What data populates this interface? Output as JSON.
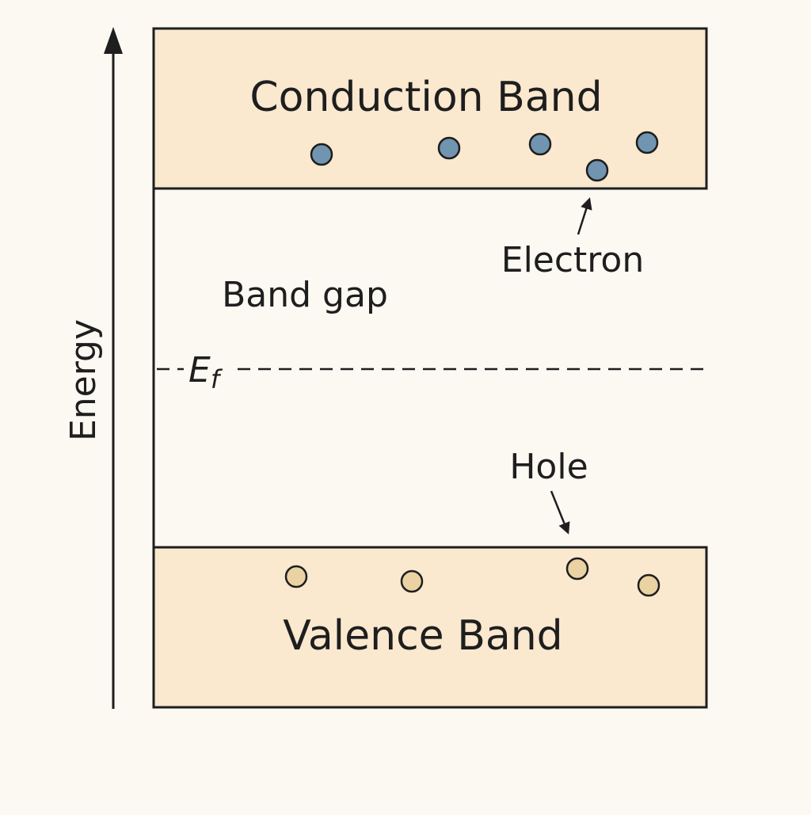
{
  "axis": {
    "label": "Energy"
  },
  "bands": {
    "conduction": {
      "label": "Conduction Band"
    },
    "valence": {
      "label": "Valence Band"
    }
  },
  "gap": {
    "label": "Band gap"
  },
  "fermi_level": {
    "symbol": "E",
    "subscript": "f"
  },
  "annotations": {
    "electron": "Electron",
    "hole": "Hole"
  },
  "carriers": {
    "electrons_in_conduction_band": 5,
    "holes_in_valence_band": 4
  },
  "colors": {
    "background": "#fcf8f2",
    "band_fill": "#fae8cf",
    "outline": "#1e1e1e",
    "electron_fill": "#7195b0",
    "hole_fill": "#ead2a3"
  }
}
